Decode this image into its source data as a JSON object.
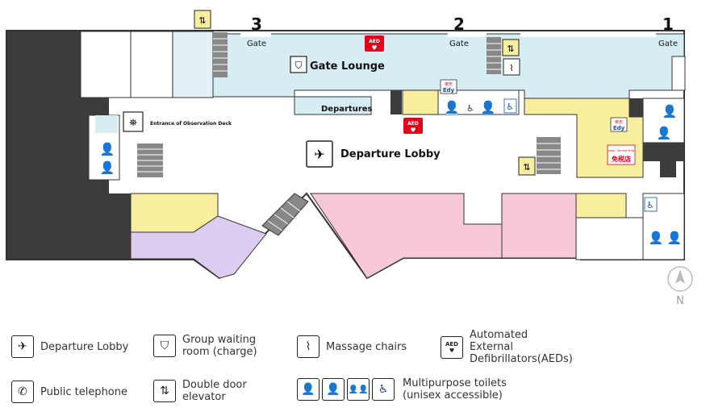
{
  "gates": [
    {
      "number": "3",
      "label": "Gate"
    },
    {
      "number": "2",
      "label": "Gate"
    },
    {
      "number": "1",
      "label": "Gate"
    }
  ],
  "areas": {
    "gate_lounge": "Gate Lounge",
    "departures": "Departures",
    "departure_lobby": "Departure Lobby",
    "observation": "Entrance of Observation Deck"
  },
  "badges": {
    "aed": "AED",
    "edy_top": "楽天",
    "edy": "Edy",
    "duty_free_en": "Japan. Tax-free Shop",
    "duty_free_jp": "免税店"
  },
  "compass": {
    "label": "N"
  },
  "legend": {
    "departure_lobby": "Departure Lobby",
    "group_waiting_1": "Group waiting",
    "group_waiting_2": "room (charge)",
    "massage": "Massage chairs",
    "aed_1": "Automated",
    "aed_2": "External",
    "aed_3": "Defibrillators(AEDs)",
    "phone": "Public telephone",
    "elevator_1": "Double door",
    "elevator_2": "elevator",
    "toilet_1": "Multipurpose toilets",
    "toilet_2": "(unisex accessible)"
  },
  "colors": {
    "lounge": "#d6edf3",
    "pink": "#f7c9d6",
    "yellow": "#f9ee9e",
    "purple": "#dccdf0",
    "dark": "#3c3c3c",
    "aed_red": "#e2001a",
    "male": "#1a7bc4",
    "female": "#e0508c"
  }
}
